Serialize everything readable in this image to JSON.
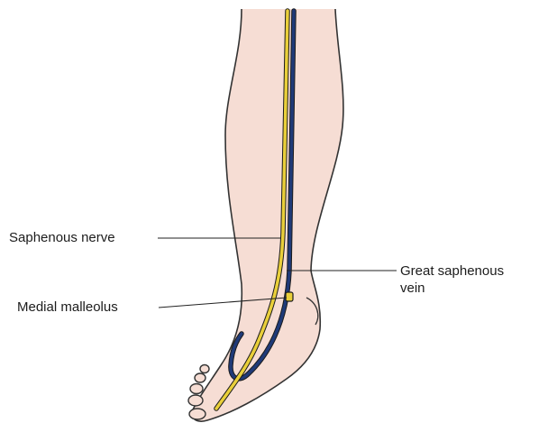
{
  "labels": {
    "saphenous_nerve": "Saphenous nerve",
    "medial_malleolus": "Medial malleolus",
    "great_saphenous_vein_line1": "Great saphenous",
    "great_saphenous_vein_line2": "vein"
  },
  "colors": {
    "skin_fill": "#f6ddd4",
    "outline": "#333333",
    "nerve": "#e9cf3a",
    "vein": "#1f3a78",
    "leader_line": "#222222",
    "background": "#ffffff"
  }
}
